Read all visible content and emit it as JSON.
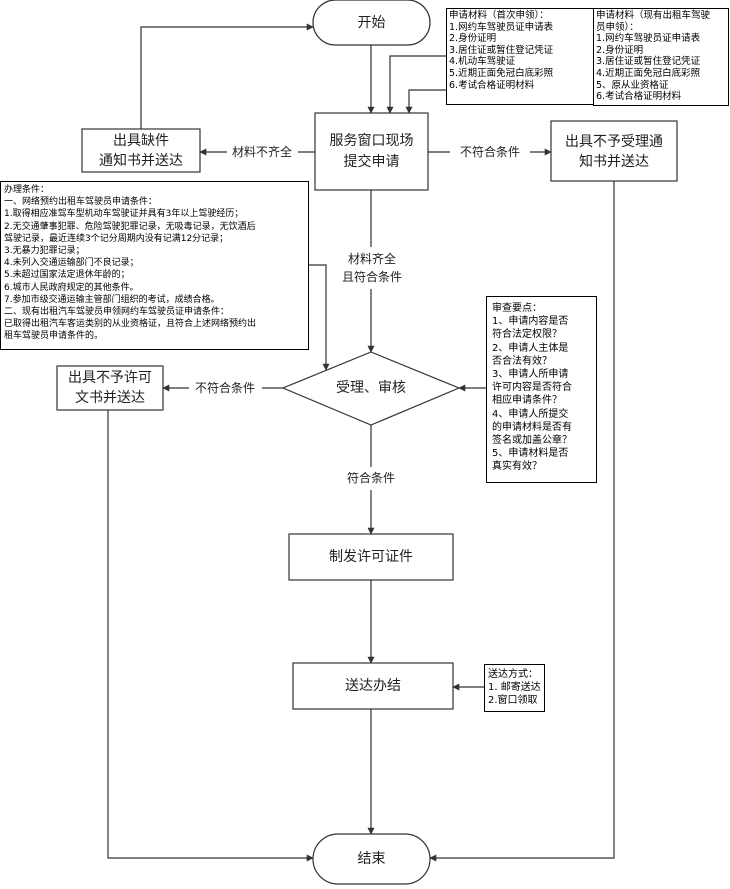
{
  "nodes": {
    "start": "开始",
    "submit_line1": "服务窗口现场",
    "submit_line2": "提交申请",
    "notice_incomplete_line1": "出具缺件",
    "notice_incomplete_line2": "通知书并送达",
    "notice_reject_line1": "出具不予受理通",
    "notice_reject_line2": "知书并送达",
    "review": "受理、审核",
    "deny_line1": "出具不予许可",
    "deny_line2": "文书并送达",
    "issue": "制发许可证件",
    "deliver": "送达办结",
    "end": "结束"
  },
  "edge_labels": {
    "incomplete": "材料不齐全",
    "not_qualified_top": "不符合条件",
    "complete_line1": "材料齐全",
    "complete_line2": "且符合条件",
    "not_qualified_left": "不符合条件",
    "qualified": "符合条件"
  },
  "materials_first": {
    "title": "申请材料（首次申领）：",
    "items": [
      "1.网约车驾驶员证申请表",
      "2.身份证明",
      "3.居住证或暂住登记凭证",
      "4.机动车驾驶证",
      "5.近期正面免冠白底彩照",
      "6.考试合格证明材料"
    ]
  },
  "materials_existing": {
    "title_line1": "申请材料（现有出租车驾驶",
    "title_line2": "员申领）：",
    "items": [
      "1.网约车驾驶员证申请表",
      "2.身份证明",
      "3.居住证或暂住登记凭证",
      "4.近期正面免冠白底彩照",
      "5、原从业资格证",
      "6.考试合格证明材料"
    ]
  },
  "conditions": {
    "lines": [
      "办理条件：",
      "一、网络预约出租车驾驶员申请条件：",
      "1.取得相应准驾车型机动车驾驶证并具有3年以上驾驶经历；",
      "2.无交通肇事犯罪、危险驾驶犯罪记录，无吸毒记录，无饮酒后",
      "驾驶记录，最近连续3个记分周期内没有记满12分记录；",
      "3.无暴力犯罪记录；",
      "4.未列入交通运输部门不良记录；",
      "5.未超过国家法定退休年龄的；",
      "6.城市人民政府规定的其他条件。",
      "7.参加市级交通运输主管部门组织的考试，成绩合格。",
      "二、现有出租汽车驾驶员申领网约车驾驶员证申请条件：",
      "已取得出租汽车客运类别的从业资格证，且符合上述网络预约出",
      "租车驾驶员申请条件的。"
    ]
  },
  "review_points": {
    "lines": [
      "审查要点：",
      "1、申请内容是否",
      "符合法定权限？",
      "2、申请人主体是",
      "否合法有效？",
      "3、申请人所申请",
      "许可内容是否符合",
      "相应申请条件？",
      "4、申请人所提交",
      "的申请材料是否有",
      "签名或加盖公章？",
      "5、申请材料是否",
      "真实有效？"
    ]
  },
  "delivery": {
    "title": "送达方式：",
    "items": [
      "1. 邮寄送达",
      "2.窗口领取"
    ]
  }
}
